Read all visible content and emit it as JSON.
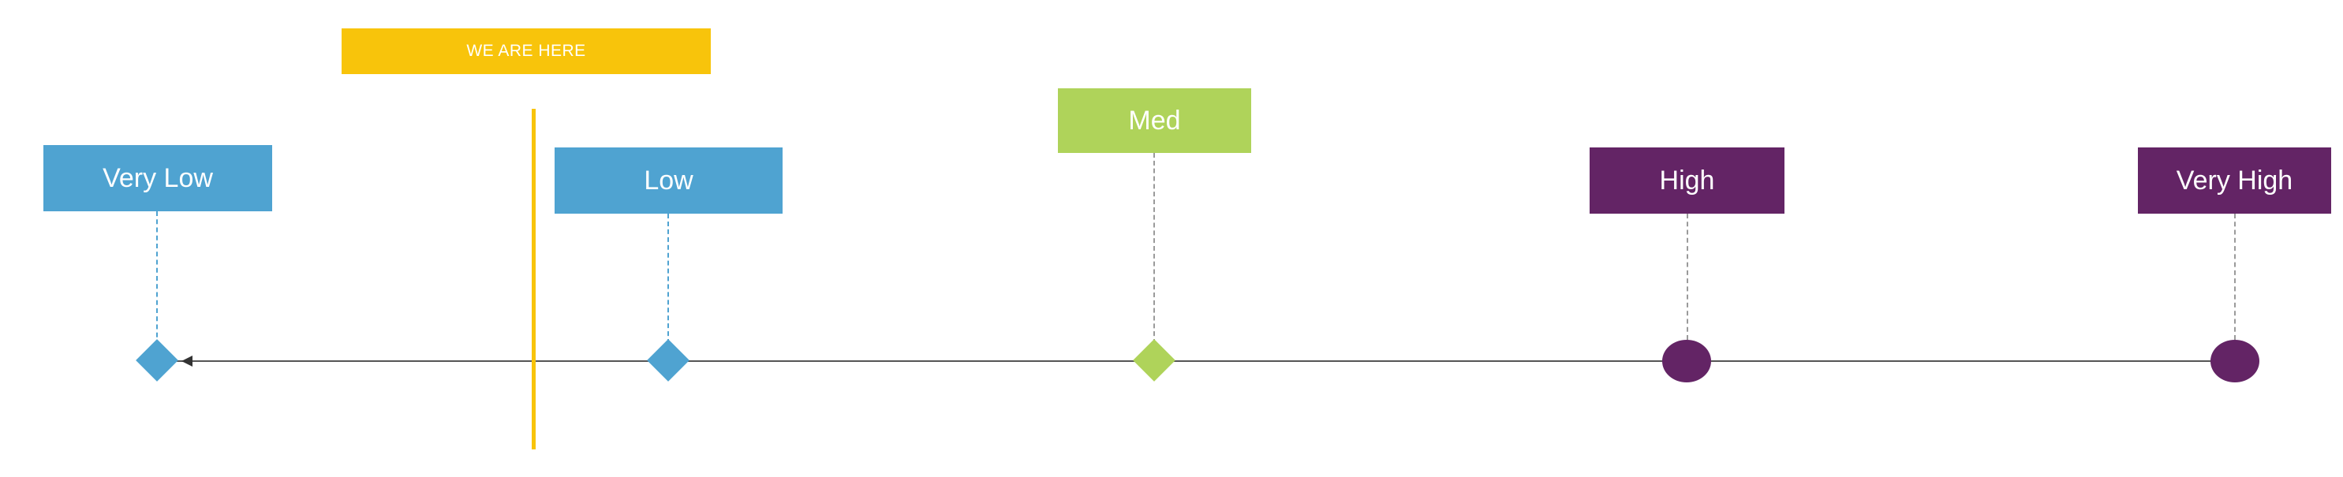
{
  "colors": {
    "blue": "#4fa3d1",
    "green": "#afd35a",
    "purple": "#632465",
    "yellow": "#f8c40b",
    "axis": "#555555"
  },
  "marker": {
    "label": "WE ARE HERE"
  },
  "levels": [
    {
      "label": "Very Low",
      "color": "#4fa3d1",
      "shape": "diamond"
    },
    {
      "label": "Low",
      "color": "#4fa3d1",
      "shape": "diamond"
    },
    {
      "label": "Med",
      "color": "#afd35a",
      "shape": "diamond"
    },
    {
      "label": "High",
      "color": "#632465",
      "shape": "circle"
    },
    {
      "label": "Very High",
      "color": "#632465",
      "shape": "circle"
    }
  ]
}
